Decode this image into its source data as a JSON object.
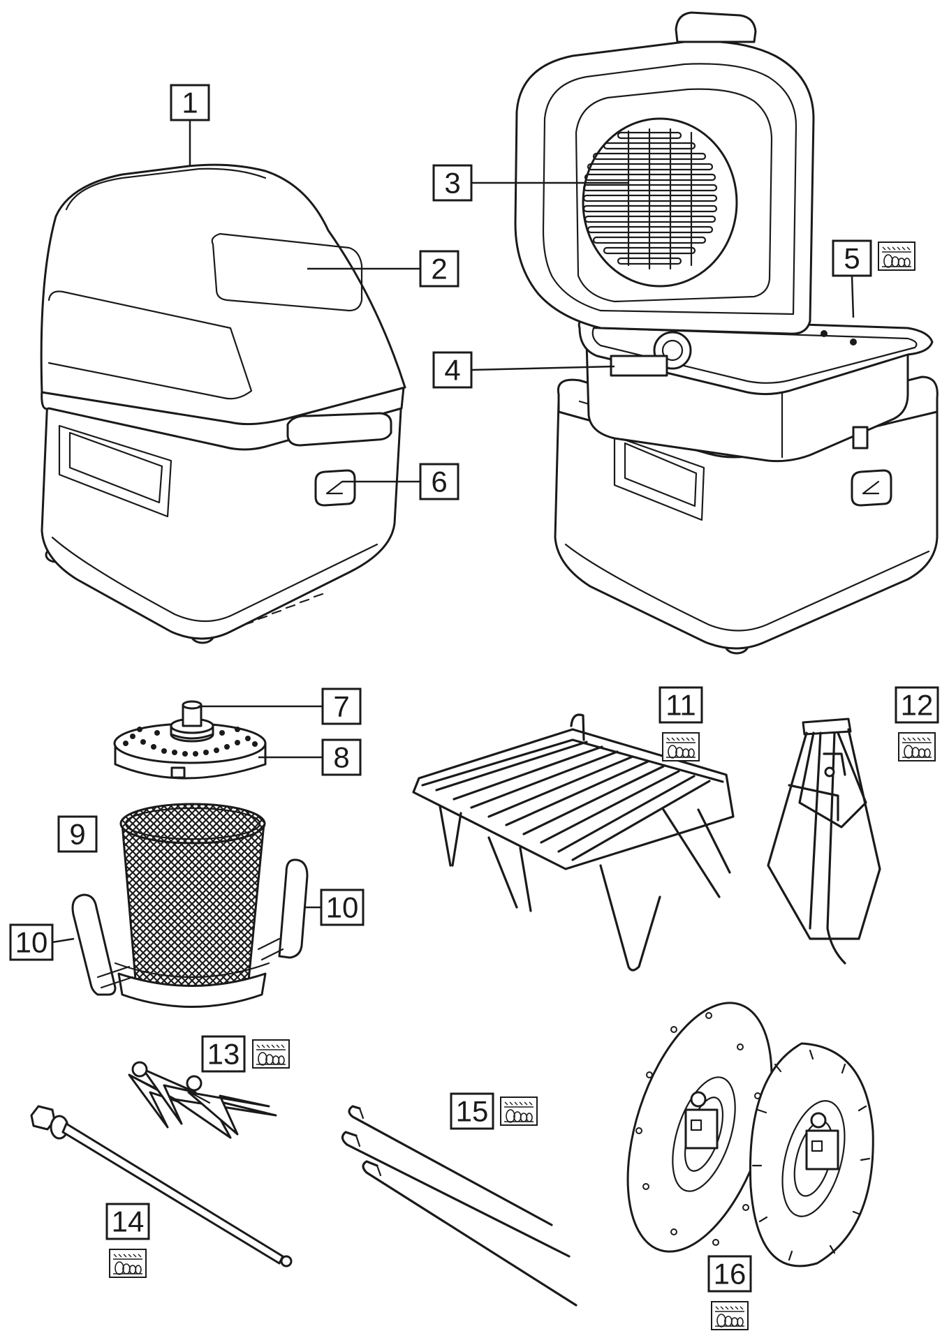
{
  "callouts": [
    {
      "id": "c1",
      "label": "1"
    },
    {
      "id": "c2",
      "label": "2"
    },
    {
      "id": "c3",
      "label": "3"
    },
    {
      "id": "c4",
      "label": "4"
    },
    {
      "id": "c5",
      "label": "5"
    },
    {
      "id": "c6",
      "label": "6"
    },
    {
      "id": "c7",
      "label": "7"
    },
    {
      "id": "c8",
      "label": "8"
    },
    {
      "id": "c9",
      "label": "9"
    },
    {
      "id": "c10a",
      "label": "10"
    },
    {
      "id": "c10b",
      "label": "10"
    },
    {
      "id": "c11",
      "label": "11"
    },
    {
      "id": "c12",
      "label": "12"
    },
    {
      "id": "c13",
      "label": "13"
    },
    {
      "id": "c14",
      "label": "14"
    },
    {
      "id": "c15",
      "label": "15"
    },
    {
      "id": "c16",
      "label": "16"
    }
  ],
  "colors": {
    "line": "#1a1a1a",
    "background": "#ffffff"
  },
  "icons": {
    "dishwasher_safe": "dishwasher-safe-icon"
  }
}
